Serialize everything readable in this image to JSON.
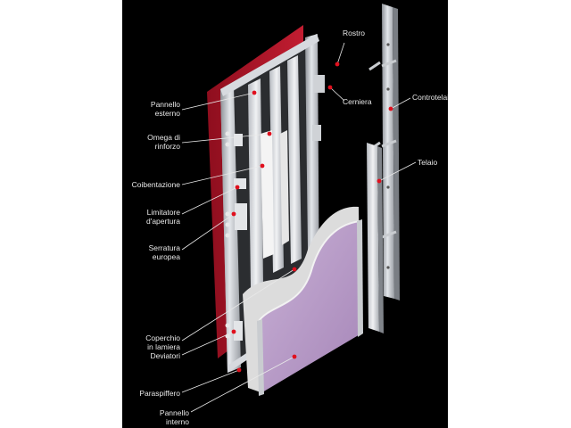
{
  "labels": {
    "pannello_esterno": "Pannello\nesterno",
    "omega_di_rinforzo": "Omega di\nrinforzo",
    "coibentazione": "Coibentazione",
    "limitatore_apertura": "Limitatore\nd'apertura",
    "serratura_europea": "Serratura\neuropea",
    "coperchio_in_lamiera": "Coperchio\nin lamiera",
    "deviatori": "Deviatori",
    "paraspiffero": "Paraspiffero",
    "pannello_interno": "Pannello\ninterno",
    "rostro": "Rostro",
    "cerniera": "Cerniera",
    "controtelaio": "Controtelaio",
    "telaio": "Telaio"
  },
  "colors": {
    "background": "#000000",
    "outer_panel": "#b5192c",
    "inner_panel": "#b89ac8",
    "frame_steel": "#c8ccd1",
    "label_text": "#e8e8e8",
    "marker": "#e0101e"
  }
}
